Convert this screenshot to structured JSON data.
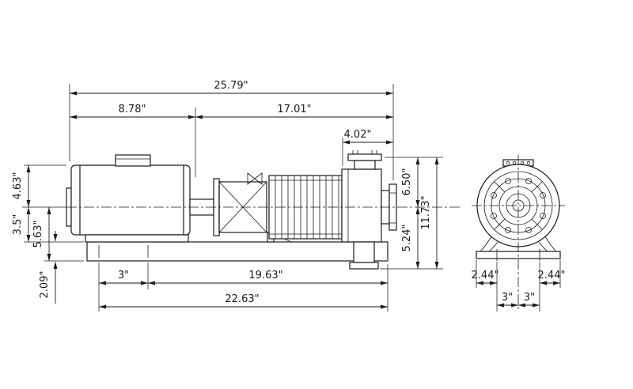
{
  "page": {
    "background": "#ffffff",
    "ink": "#1a1a1a"
  },
  "drawing": {
    "title": "Pump and motor assembly dimensional drawing",
    "side_view": {
      "dims": {
        "overall_length": "25.79\"",
        "motor_length": "8.78\"",
        "pump_length": "17.01\"",
        "discharge_to_end": "4.02\"",
        "centerline_to_discharge_top": "6.50\"",
        "overall_height": "11.73\"",
        "centerline_to_suction_bottom": "5.24\"",
        "motor_top_to_centerline": "4.63\"",
        "centerline_to_foot": "3.5\"",
        "centerline_to_base_bottom": "5.63\"",
        "base_height": "2.09\"",
        "foot_hole_spacing": "3\"",
        "hole_to_pump_end": "19.63\"",
        "base_length": "22.63\""
      }
    },
    "end_view": {
      "dims": {
        "left_edge_to_hole": "2.44\"",
        "right_edge_to_hole": "2.44\"",
        "left_hole_to_center": "3\"",
        "right_hole_to_center": "3\""
      }
    }
  }
}
